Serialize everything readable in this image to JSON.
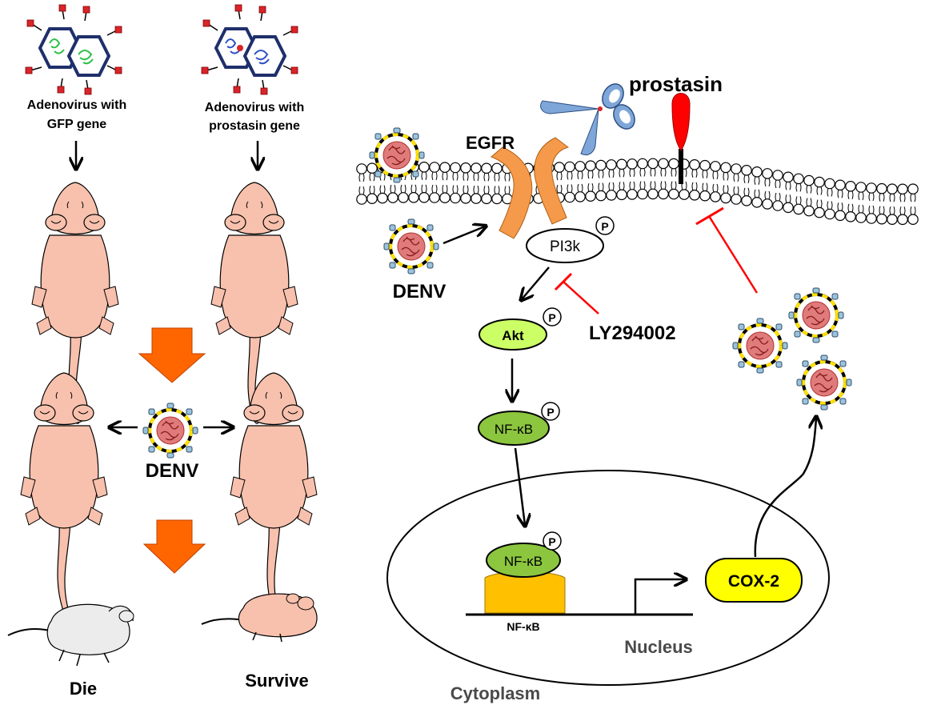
{
  "left_panel": {
    "vector_gfp_label_1": "Adenovirus with",
    "vector_gfp_label_2": "GFP gene",
    "vector_prostasin_label_1": "Adenovirus with",
    "vector_prostasin_label_2": "prostasin gene",
    "virus_label": "DENV",
    "outcome_die": "Die",
    "outcome_survive": "Survive"
  },
  "right_panel": {
    "prostasin_label": "prostasin",
    "egfr_label": "EGFR",
    "denv_label": "DENV",
    "pi3k_label": "PI3k",
    "phospho_label": "P",
    "akt_label": "Akt",
    "inhibitor_label": "LY294002",
    "nfkb_label": "NF-κB",
    "nfkb_site_label": "NF-κB",
    "cox2_label": "COX-2",
    "nucleus_label": "Nucleus",
    "cytoplasm_label": "Cytoplasm"
  },
  "colors": {
    "mouse_skin": "#f8c1ad",
    "dead_mouse": "#ececec",
    "big_arrow": "#ff6600",
    "egfr": "#f59a4a",
    "akt": "#ccff66",
    "nfkb": "#8cc63f",
    "cox2": "#ffff00",
    "promoter_box": "#ffc000",
    "inhibit": "#ff0000",
    "prostasin": "#ff0000",
    "scissors": "#7fa6d9"
  }
}
